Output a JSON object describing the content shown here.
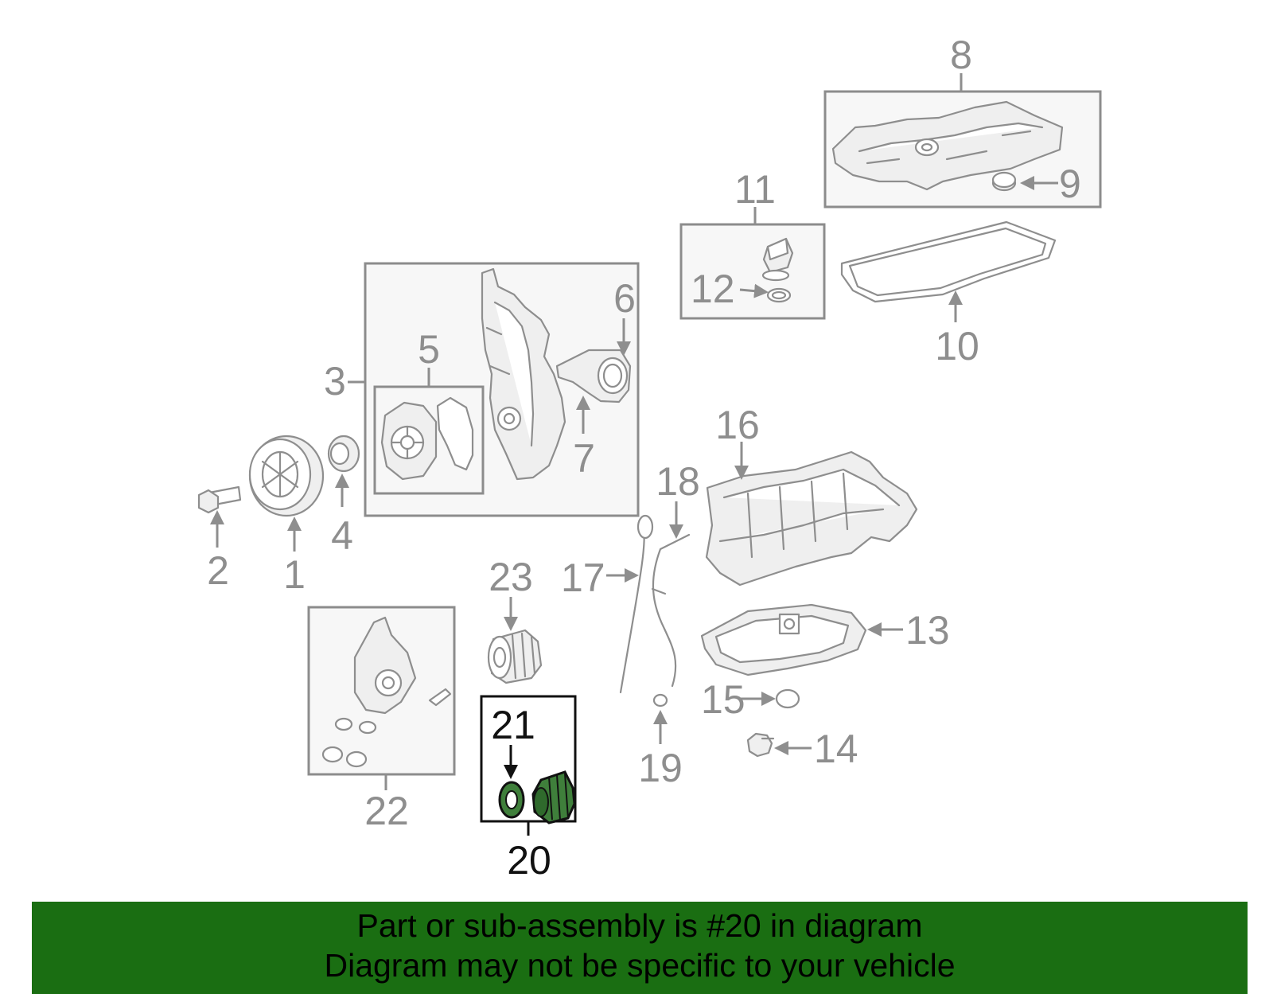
{
  "diagram": {
    "callouts": {
      "c1": "1",
      "c2": "2",
      "c3": "3",
      "c4": "4",
      "c5": "5",
      "c6": "6",
      "c7": "7",
      "c8": "8",
      "c9": "9",
      "c10": "10",
      "c11": "11",
      "c12": "12",
      "c13": "13",
      "c14": "14",
      "c15": "15",
      "c16": "16",
      "c17": "17",
      "c18": "18",
      "c19": "19",
      "c20": "20",
      "c21": "21",
      "c22": "22",
      "c23": "23"
    },
    "highlighted_part": "20",
    "colors": {
      "highlight": "#3f7f3b",
      "banner": "#1a6e12",
      "line": "#8e8e8e"
    }
  },
  "banner": {
    "line1": "Part or sub-assembly is #20 in diagram",
    "line2": "Diagram may not be specific to your vehicle"
  }
}
